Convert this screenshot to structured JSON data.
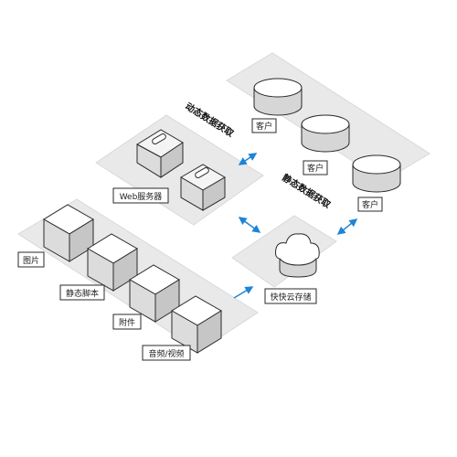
{
  "colors": {
    "panel": "#e9e9e9",
    "panel_edge": "#d2d2d2",
    "box_top": "#ffffff",
    "box_left": "#dcdcdc",
    "box_right": "#c6c6c6",
    "stroke": "#2a2a2a",
    "arrow": "#1e84d6",
    "label_bg": "#ffffff"
  },
  "sections": {
    "dynamic_label": "动态数据获取",
    "static_label": "静态数据获取"
  },
  "nodes": {
    "web_server": "Web服务器",
    "client_1": "客户",
    "client_2": "客户",
    "client_3": "客户",
    "cloud_storage": "快快云存储",
    "image": "图片",
    "static_script": "静态脚本",
    "attachment": "附件",
    "audio_video": "音频/视频"
  },
  "icons": {
    "database": "database-icon",
    "server": "server-icon",
    "cloud": "cloud-storage-icon",
    "file_box": "file-box-icon",
    "arrow": "double-arrow-icon"
  }
}
